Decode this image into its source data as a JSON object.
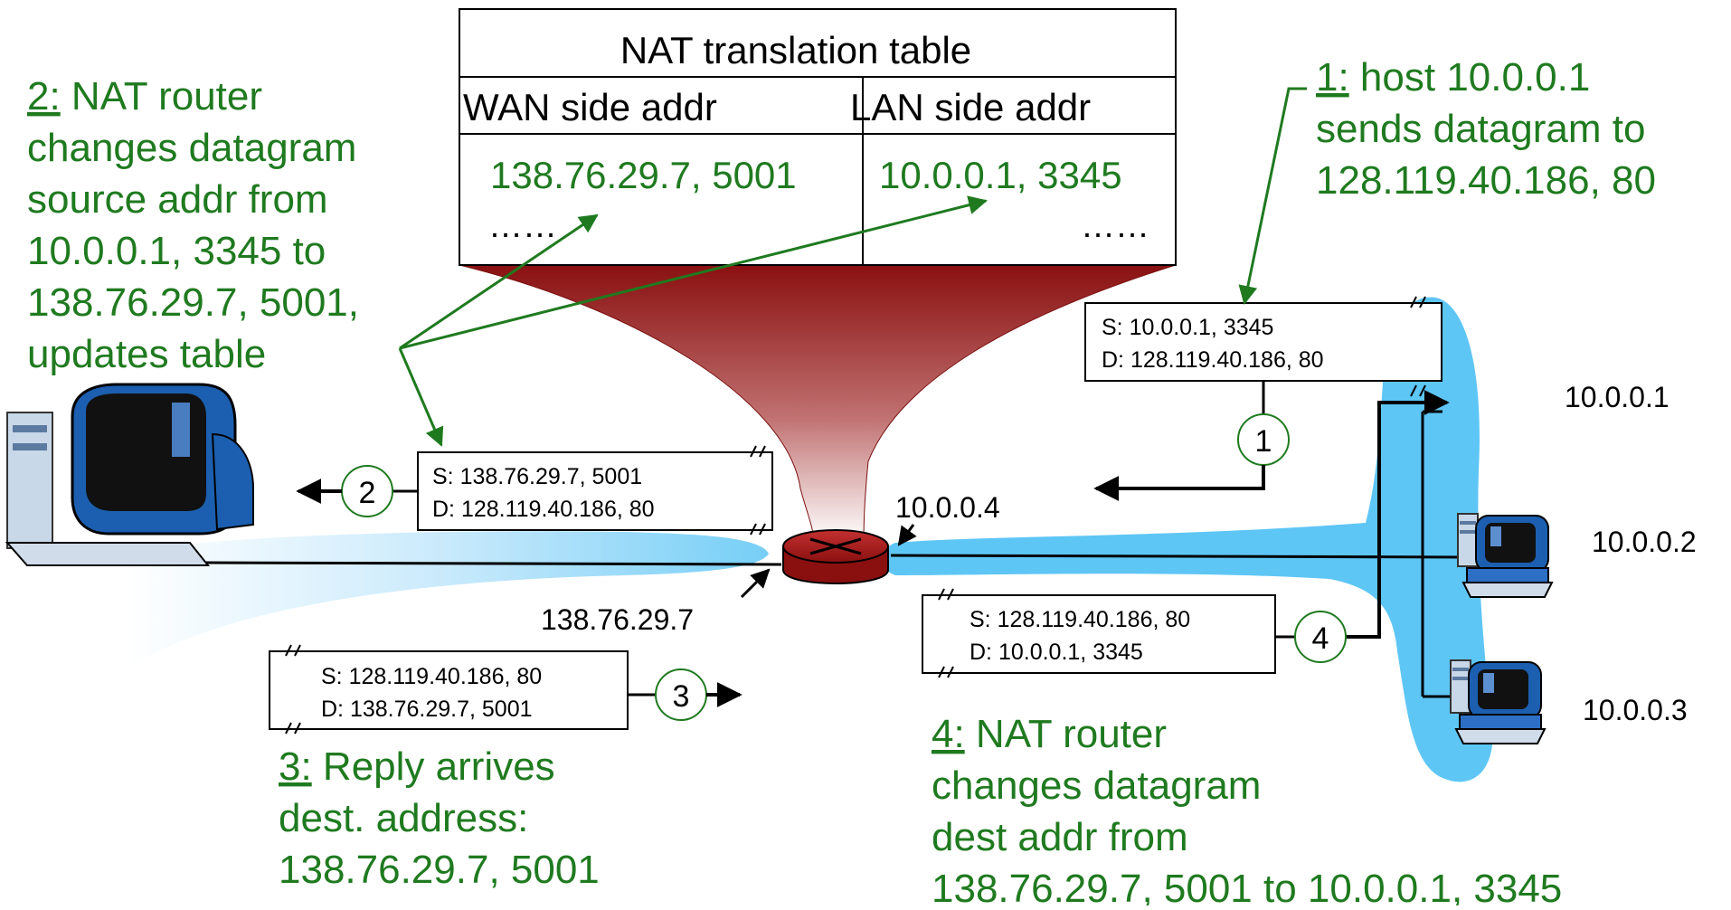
{
  "table": {
    "title": "NAT translation table",
    "headers": [
      "WAN side addr",
      "LAN side addr"
    ],
    "row": [
      "138.76.29.7, 5001",
      "10.0.0.1, 3345"
    ],
    "ellipsis": [
      "……",
      "……"
    ]
  },
  "captions": {
    "c1": {
      "num": "1:",
      "lines": [
        " host 10.0.0.1",
        "sends datagram to",
        "128.119.40.186, 80"
      ]
    },
    "c2": {
      "num": "2:",
      "lines": [
        " NAT router",
        "changes datagram",
        "source addr from",
        "10.0.0.1, 3345 to",
        "138.76.29.7, 5001,",
        "updates table"
      ]
    },
    "c3": {
      "num": "3:",
      "lines": [
        " Reply arrives",
        " dest. address:",
        " 138.76.29.7, 5001"
      ]
    },
    "c4": {
      "num": "4:",
      "lines": [
        " NAT router",
        "changes datagram",
        "dest addr from",
        "138.76.29.7, 5001 to 10.0.0.1, 3345"
      ]
    }
  },
  "packets": {
    "p1": {
      "src": "S: 10.0.0.1, 3345",
      "dst": "D: 128.119.40.186, 80"
    },
    "p2": {
      "src": "S: 138.76.29.7, 5001",
      "dst": "D: 128.119.40.186, 80"
    },
    "p3": {
      "src": "S: 128.119.40.186, 80",
      "dst": "D: 138.76.29.7, 5001"
    },
    "p4": {
      "src": "S: 128.119.40.186, 80",
      "dst": "D: 10.0.0.1, 3345"
    }
  },
  "steps": [
    "1",
    "2",
    "3",
    "4"
  ],
  "addresses": {
    "router_lan": "10.0.0.4",
    "router_wan": "138.76.29.7",
    "host1": "10.0.0.1",
    "host2": "10.0.0.2",
    "host3": "10.0.0.3"
  },
  "colors": {
    "annotation": "#1f7a1f",
    "network": "#5ec6f5",
    "router": "#9a1a1a"
  }
}
